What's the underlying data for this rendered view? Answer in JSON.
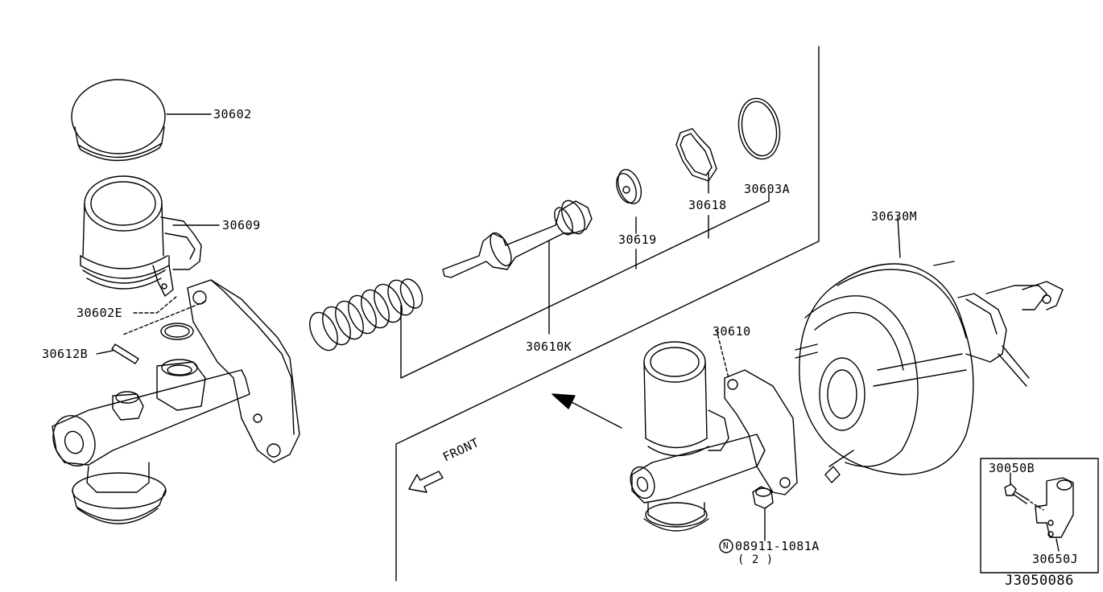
{
  "labels": {
    "p30602": "30602",
    "p30609": "30609",
    "p30602E": "30602E",
    "p30612B": "30612B",
    "p30610K": "30610K",
    "p30619": "30619",
    "p30618": "30618",
    "p30603A": "30603A",
    "p30630M": "30630M",
    "p30610": "30610",
    "p30050B": "30050B",
    "p30650J": "30650J",
    "p08911": "08911-1081A",
    "p08911_qty": "( 2 )",
    "front": "FRONT",
    "diagram_id": "J3050086"
  },
  "nut_symbol": "N"
}
